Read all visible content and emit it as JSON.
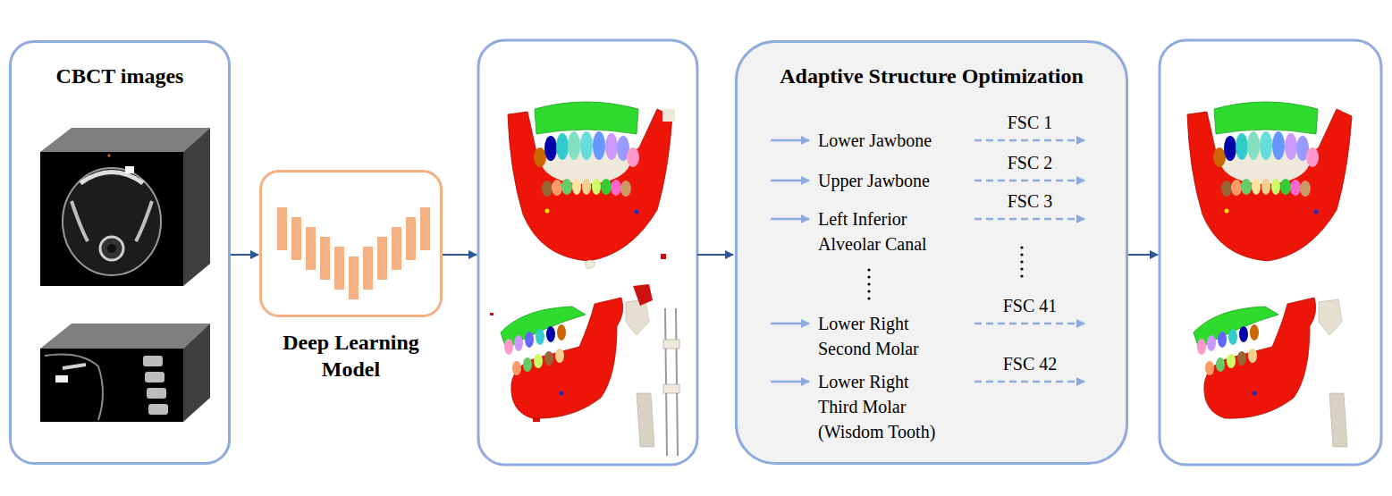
{
  "diagram": {
    "nodes": [
      {
        "text": [
          "CBCT images"
        ]
      },
      {
        "text": [
          "Deep Learning Model"
        ]
      },
      {
        "text": [
          "Adaptive Structure Optimization"
        ]
      }
    ],
    "edges": [
      {
        "from": 0,
        "to": 1,
        "arrow": "to"
      }
    ],
    "labels": [
      "Lower Jawbone",
      "FSC 1",
      "Upper Jawbone",
      "FSC 2",
      "Left Inferior Alveolar Canal",
      "FSC 3",
      "Lower Right Second Molar",
      "FSC 41",
      "Lower Right Third Molar (Wisdom Tooth)",
      "FSC 42"
    ]
  }
}
